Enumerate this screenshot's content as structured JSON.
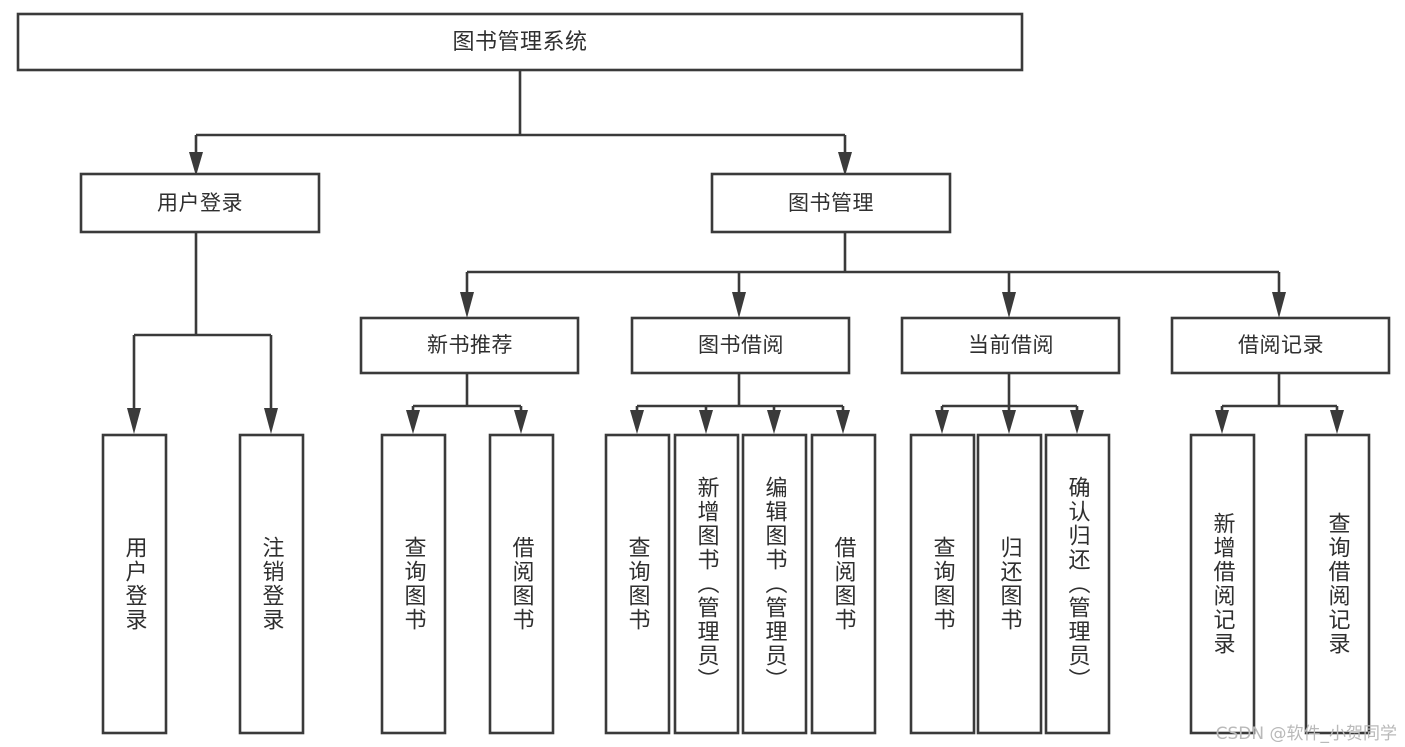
{
  "diagram": {
    "type": "tree-hierarchy",
    "title": "图书管理系统",
    "watermark": "CSDN @软件_小贺同学",
    "colors": {
      "stroke": "#3a3a3a",
      "box_fill": "#ffffff",
      "text": "#2f2f2f",
      "background": "#ffffff",
      "watermark": "#b9b9b9"
    },
    "root": {
      "label": "图书管理系统"
    },
    "level2": [
      {
        "label": "用户登录"
      },
      {
        "label": "图书管理"
      }
    ],
    "level3": [
      {
        "label": "新书推荐"
      },
      {
        "label": "图书借阅"
      },
      {
        "label": "当前借阅"
      },
      {
        "label": "借阅记录"
      }
    ],
    "leaves": {
      "user_login": [
        {
          "label": "用户登录"
        },
        {
          "label": "注销登录"
        }
      ],
      "new_book_recommend": [
        {
          "label": "查询图书"
        },
        {
          "label": "借阅图书"
        }
      ],
      "book_borrow": [
        {
          "label": "查询图书"
        },
        {
          "label": "新增图书（管理员）"
        },
        {
          "label": "编辑图书（管理员）"
        },
        {
          "label": "借阅图书"
        }
      ],
      "current_borrow": [
        {
          "label": "查询图书"
        },
        {
          "label": "归还图书"
        },
        {
          "label": "确认归还（管理员）"
        }
      ],
      "borrow_record": [
        {
          "label": "新增借阅记录"
        },
        {
          "label": "查询借阅记录"
        }
      ]
    }
  }
}
